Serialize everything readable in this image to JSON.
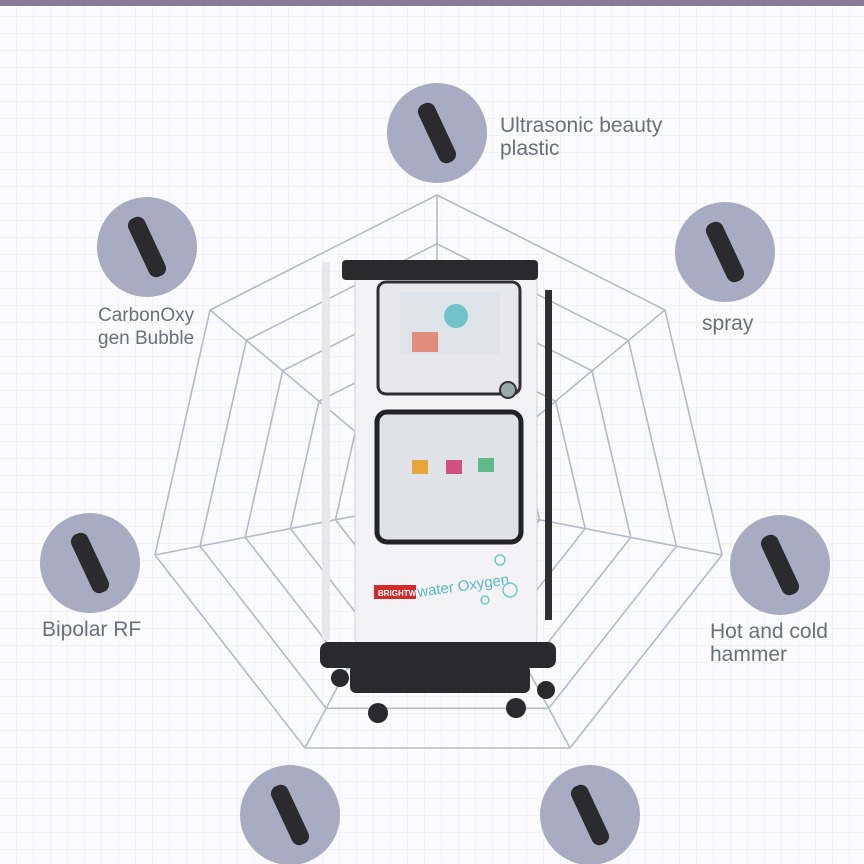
{
  "header": {
    "accent_color": "#8b7896"
  },
  "features": [
    {
      "label": "Ultrasonic beauty plastic",
      "icon": "ultrasonic-handpiece-icon"
    },
    {
      "label": "spray",
      "icon": "spray-gun-icon"
    },
    {
      "label": "Hot and cold hammer",
      "icon": "hammer-handpiece-icon"
    },
    {
      "label": "",
      "icon": "handpiece-icon"
    },
    {
      "label": "",
      "icon": "handpiece-icon"
    },
    {
      "label": "Bipolar RF",
      "icon": "rf-handpiece-icon"
    },
    {
      "label": "CarbonOxy gen Bubble",
      "icon": "carbon-oxygen-handpiece-icon"
    }
  ],
  "product": {
    "brand": "BRIGHTWAY",
    "name": "water Oxygen"
  },
  "colors": {
    "circle": "#a7acc2",
    "web": "#b4b9cc",
    "grid": "#e6e8ee"
  }
}
